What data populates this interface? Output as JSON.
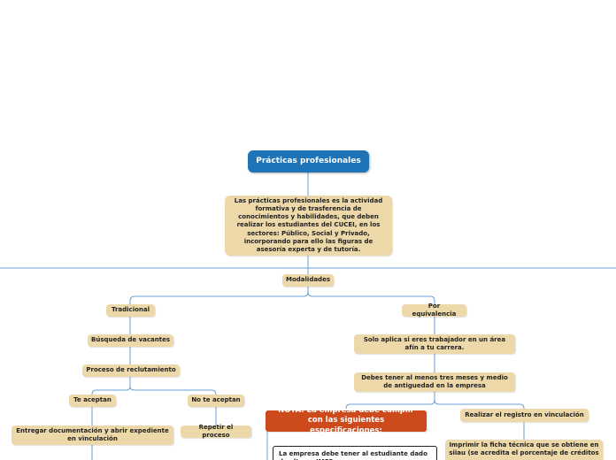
{
  "map": {
    "central": "Prácticas profesionales",
    "description": "Las prácticas profesionales es la actividad formativa y de trasferencia de conocimientos y habilidades, que deben realizar los estudiantes del CUCEI, en los sectores: Público, Social y Privado, incorporando para ello las figuras de asesoría experta y de tutoría.",
    "modalities": "Modalidades",
    "traditional": {
      "label": "Tradicional",
      "search": "Búsqueda de vacantes",
      "recruitment": "Proceso de reclutamiento",
      "accepted": "Te aceptan",
      "deliver_docs": "Entregar documentación y abrir expediente en vinculación",
      "not_accepted": "No te aceptan",
      "repeat": "Repetir el proceso"
    },
    "equivalence": {
      "label": "Por equivalencia",
      "worker": "Solo aplica si eres trabajador en un área afín a tu carrera.",
      "seniority": "Debes tener al menos tres meses y medio de antiguedad en la empresa",
      "note": "NOTA: La empresa debe cumplir con las siguientes especificaciones:",
      "note_detail": "La empresa debe tener al estudiante dado de alta en IMSS",
      "register": "Realizar el registro en vinculación",
      "print_sheet": "Imprimir la ficha técnica que se obtiene en siiau (se acredita el porcentaje de créditos"
    }
  },
  "colors": {
    "central_bg": "#1f73b7",
    "node_bg": "#ecd8a8",
    "note_bg": "#cc4a1c",
    "connector": "#6a9fd4"
  }
}
